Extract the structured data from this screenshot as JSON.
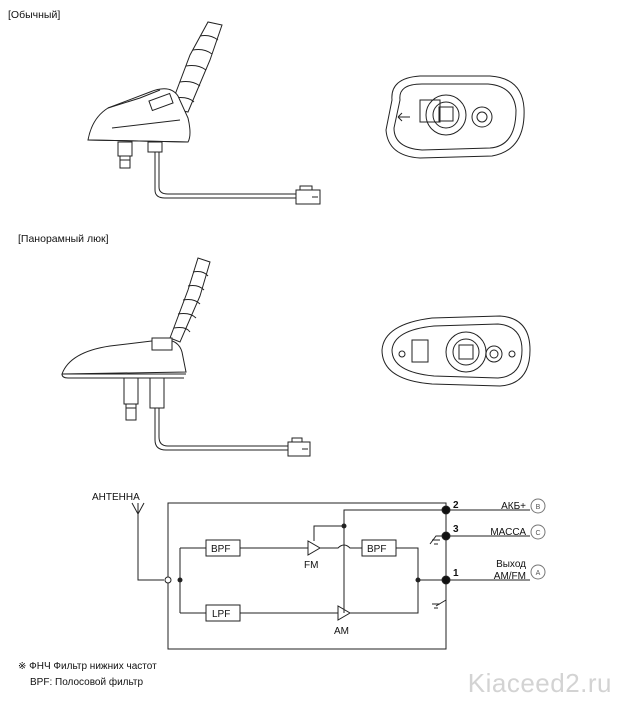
{
  "sections": {
    "standard": "[Обычный]",
    "panoramic": "[Панорамный люк]"
  },
  "schematic": {
    "antenna_label": "АНТЕННА",
    "blocks": {
      "bpf1": "BPF",
      "bpf2": "BPF",
      "lpf": "LPF"
    },
    "amps": {
      "fm": "FM",
      "am": "AM"
    },
    "pins": [
      {
        "num": "2",
        "label": "АКБ+",
        "conn": "B"
      },
      {
        "num": "3",
        "label": "МАССА",
        "conn": "C"
      },
      {
        "num": "1",
        "label_line1": "Выход",
        "label_line2": "AM/FM",
        "conn": "A"
      }
    ]
  },
  "notes": {
    "line1": "※ ФНЧ Фильтр нижних частот",
    "line2": "BPF: Полосовой фильтр"
  },
  "watermark": "Kiaceed2.ru",
  "colors": {
    "line": "#222222",
    "watermark": "#d3d3d3"
  }
}
